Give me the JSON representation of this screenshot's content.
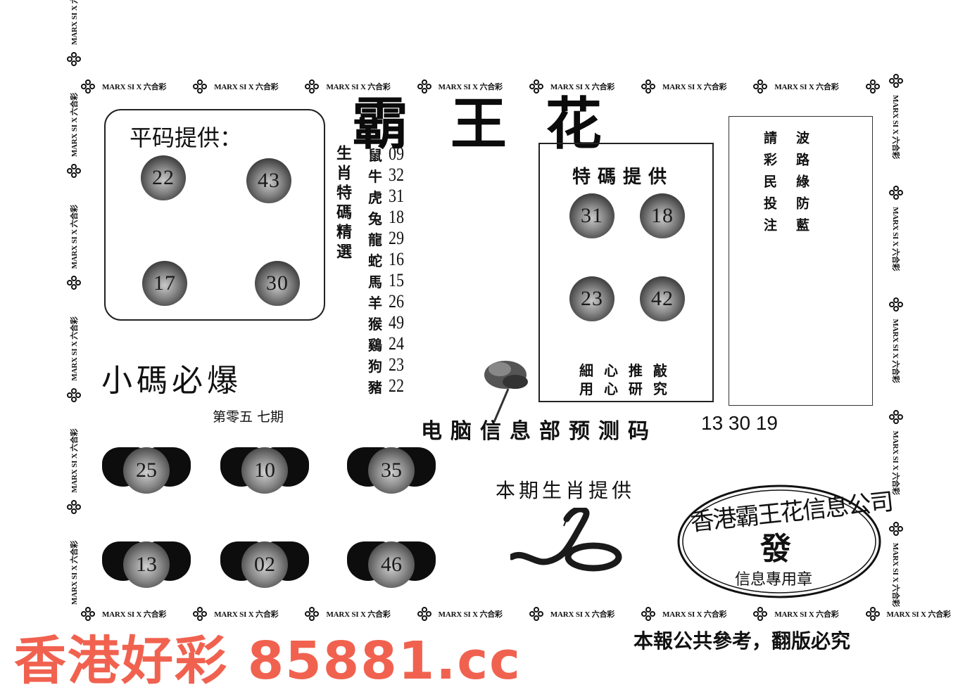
{
  "border": {
    "repeat_text": "MARX SI X 六合彩",
    "icon": "flower-icon"
  },
  "title": {
    "chars": [
      "霸",
      "王",
      "花"
    ]
  },
  "ping_ma": {
    "label": "平码提供：",
    "numbers": [
      "22",
      "43",
      "17",
      "30"
    ]
  },
  "zodiac": {
    "side_label": "生肖特碼精選",
    "items": [
      {
        "animal": "鼠",
        "number": "09"
      },
      {
        "animal": "牛",
        "number": "32"
      },
      {
        "animal": "虎",
        "number": "31"
      },
      {
        "animal": "兔",
        "number": "18"
      },
      {
        "animal": "龍",
        "number": "29"
      },
      {
        "animal": "蛇",
        "number": "16"
      },
      {
        "animal": "馬",
        "number": "15"
      },
      {
        "animal": "羊",
        "number": "26"
      },
      {
        "animal": "猴",
        "number": "49"
      },
      {
        "animal": "鷄",
        "number": "24"
      },
      {
        "animal": "狗",
        "number": "23"
      },
      {
        "animal": "豬",
        "number": "22"
      }
    ]
  },
  "te_ma": {
    "label": "特碼提供",
    "numbers": [
      "31",
      "18",
      "23",
      "42"
    ],
    "footer_line1": "細 心 推 敲",
    "footer_line2": "用 心 研 究"
  },
  "notice_box": {
    "col1": "請彩民投注",
    "col2": "波路綠防藍"
  },
  "small_code": {
    "title": "小碼必爆",
    "period": "第零五 七期",
    "ingots": [
      "25",
      "10",
      "35",
      "13",
      "02",
      "46"
    ]
  },
  "computer": {
    "label": "电脑信息部预测码",
    "codes": "13 30 19"
  },
  "zodiac_pick": {
    "label": "本期生肖提供",
    "animal_icon": "snake-icon"
  },
  "stamp": {
    "arc_text": "香港霸王花信息公司",
    "center": "發",
    "bottom": "信息專用章"
  },
  "footer": {
    "notice": "本報公共參考，翻版必究"
  },
  "watermark": {
    "text": "香港好彩 85881.cc",
    "color": "#F0624F"
  }
}
